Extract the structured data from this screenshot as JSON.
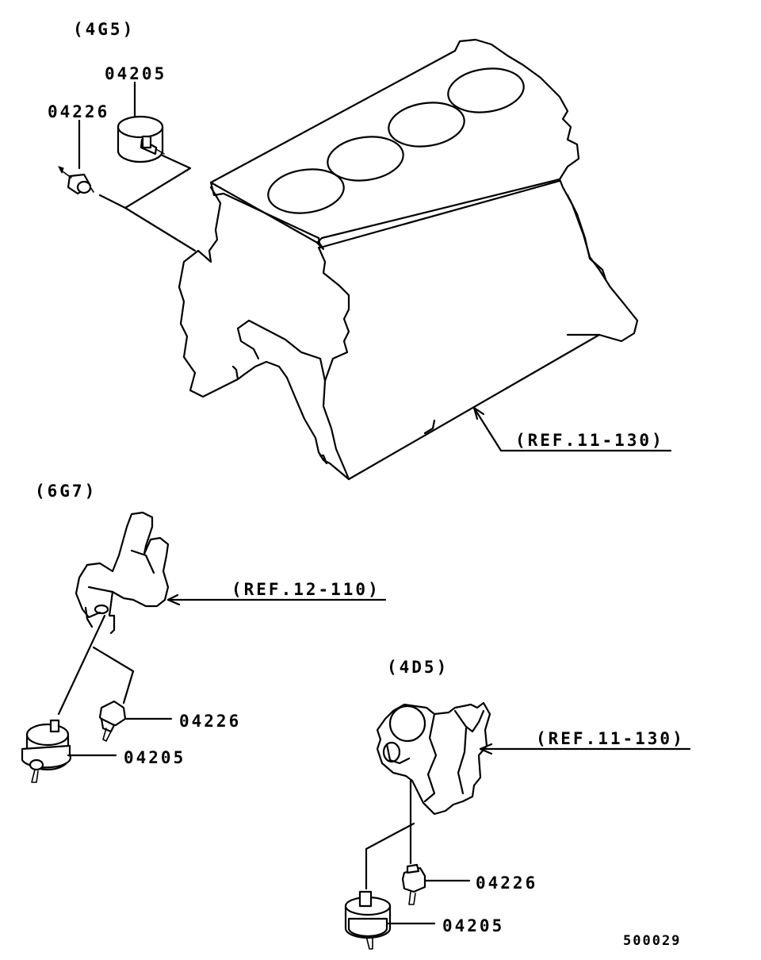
{
  "groups": {
    "g4g5": {
      "title": "(4G5)",
      "part_04205": "04205",
      "part_04226": "04226",
      "ref": "(REF.11-130)"
    },
    "g6g7": {
      "title": "(6G7)",
      "part_04226": "04226",
      "part_04205": "04205",
      "ref": "(REF.12-110)"
    },
    "g4d5": {
      "title": "(4D5)",
      "part_04226": "04226",
      "part_04205": "04205",
      "ref": "(REF.11-130)"
    }
  },
  "figure_code": "500029"
}
